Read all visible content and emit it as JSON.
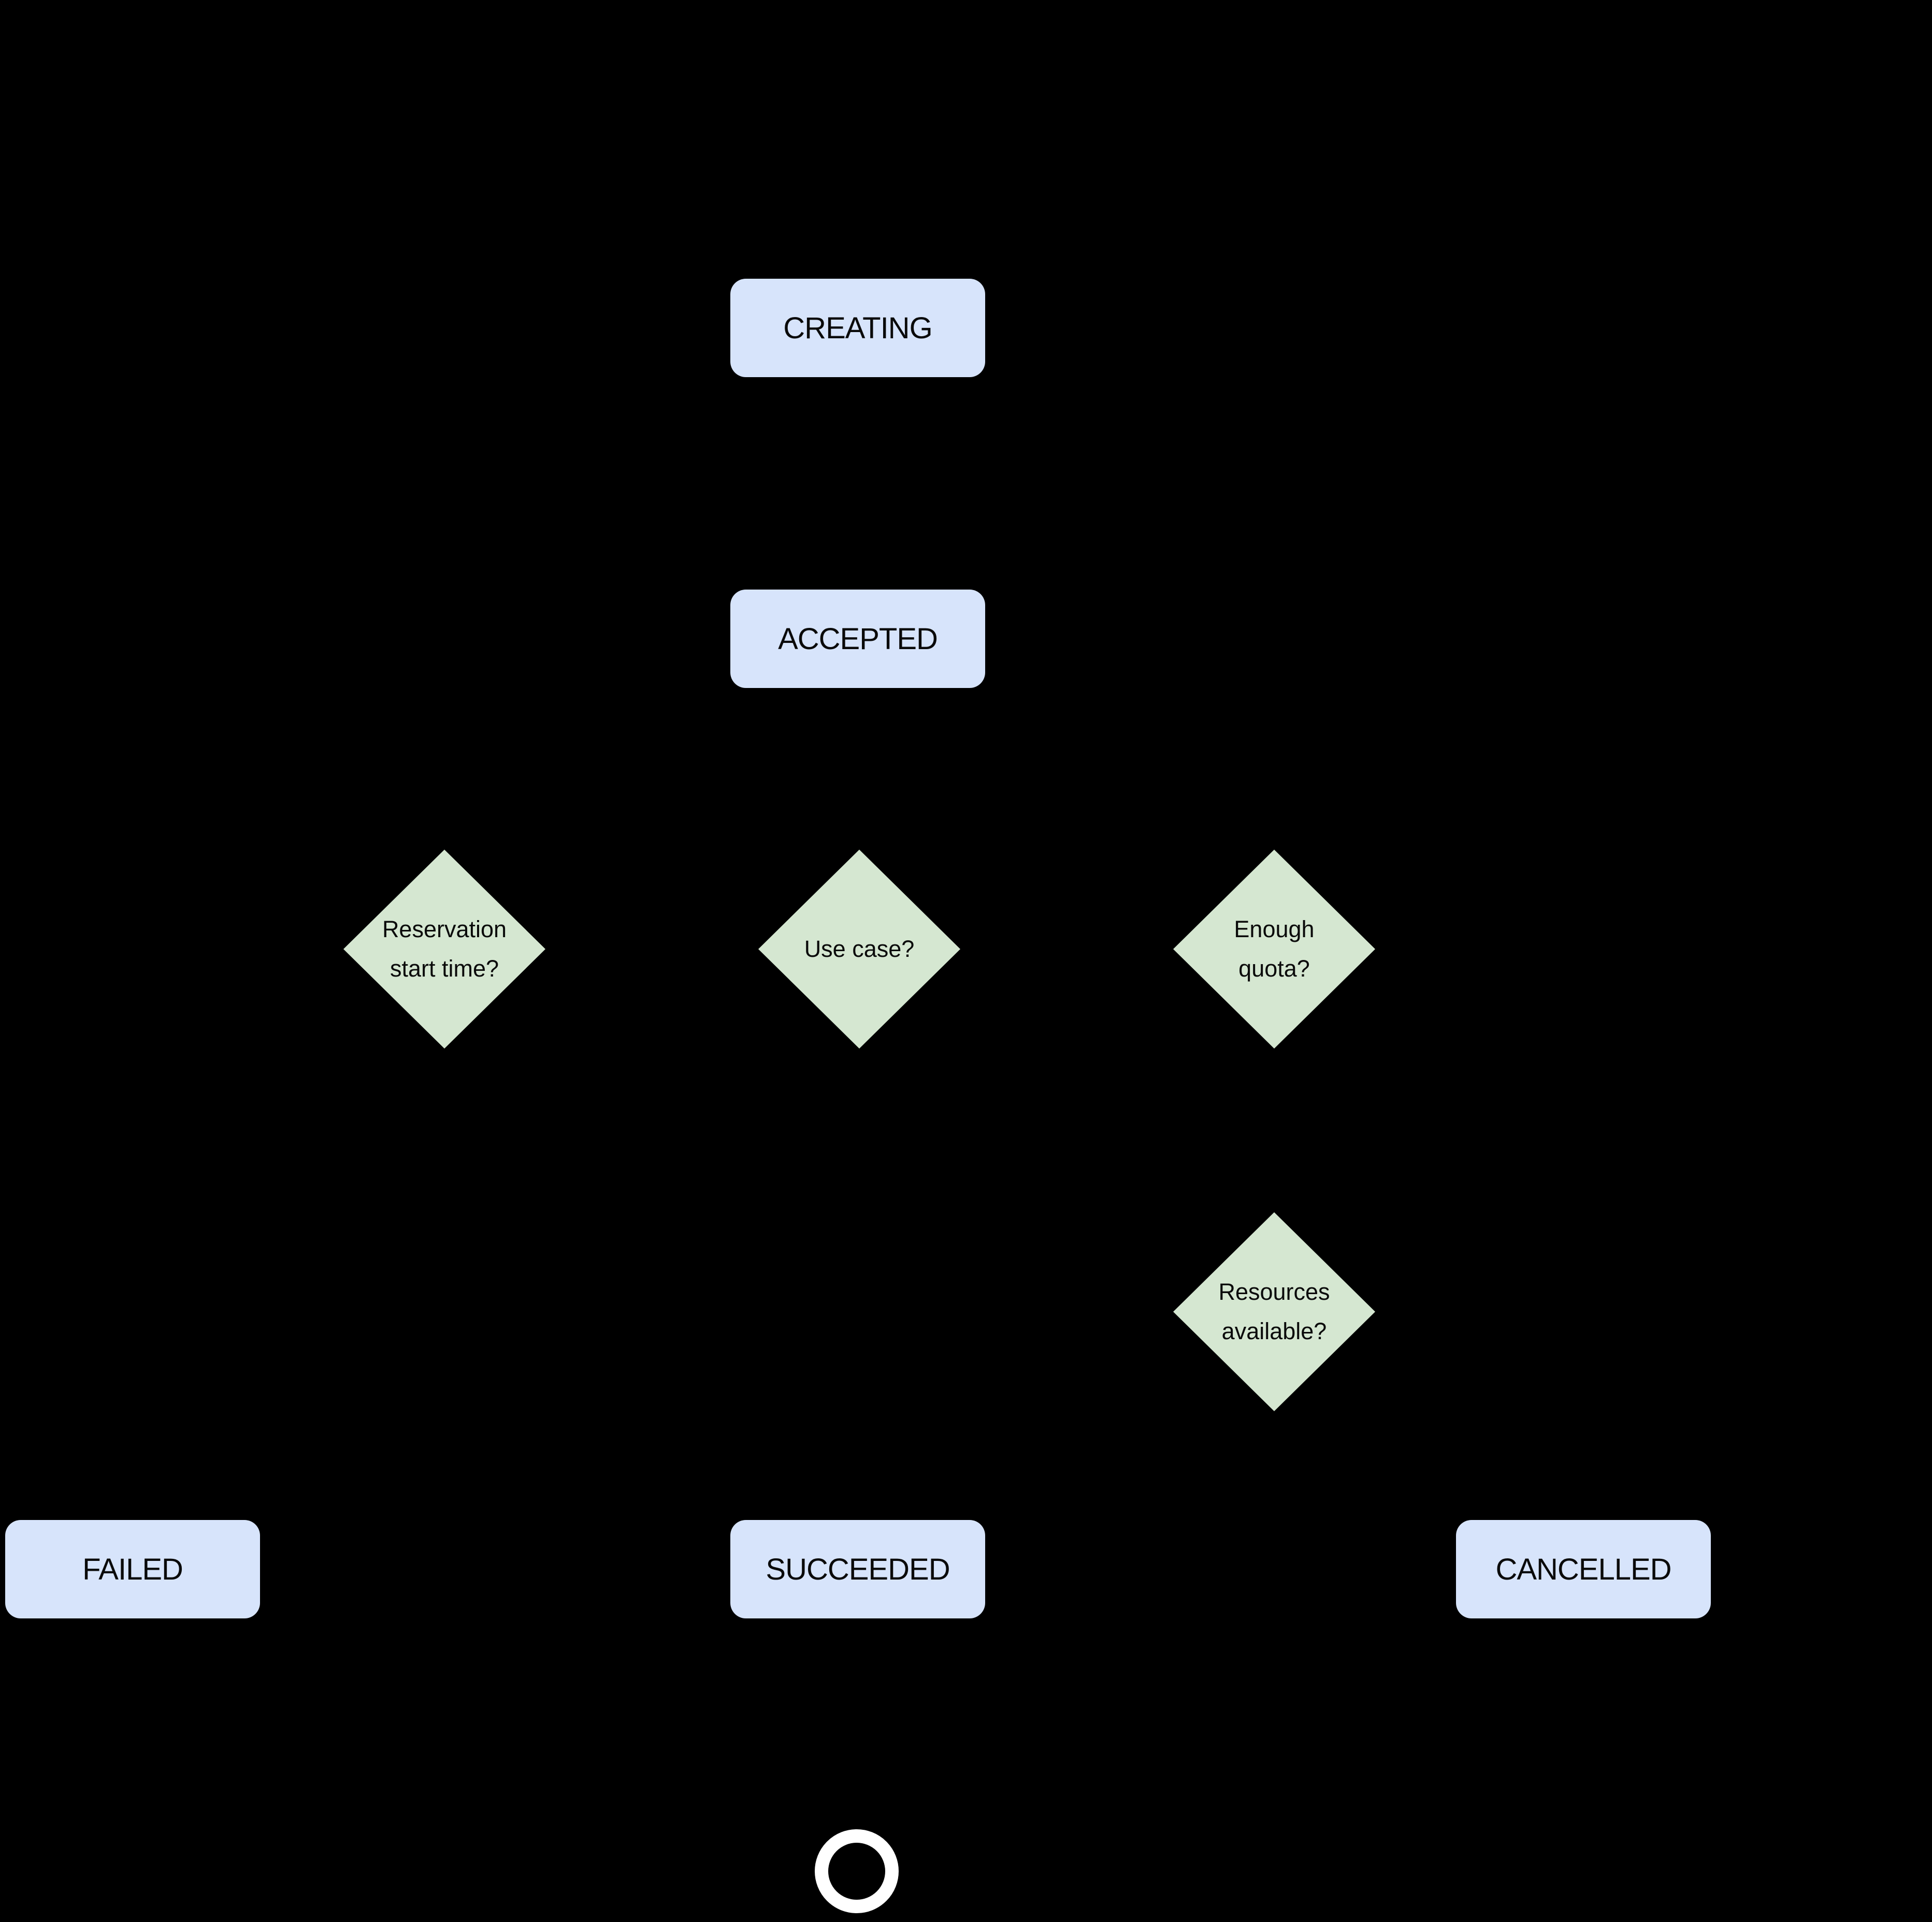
{
  "diagram": {
    "type": "state-flowchart",
    "background": "#000000"
  },
  "colors": {
    "bg": "#000000",
    "state_fill": "#d7e4fb",
    "decision_fill": "#d5e7d1",
    "text": "#0a0a0a",
    "end_ring": "#ffffff"
  },
  "nodes": {
    "creating": {
      "label": "CREATING",
      "type": "state"
    },
    "accepted": {
      "label": "ACCEPTED",
      "type": "state"
    },
    "reservation_start_time": {
      "label": "Reservation\nstart time?",
      "type": "decision"
    },
    "use_case": {
      "label": "Use case?",
      "type": "decision"
    },
    "enough_quota": {
      "label": "Enough\nquota?",
      "type": "decision"
    },
    "resources_available": {
      "label": "Resources\navailable?",
      "type": "decision"
    },
    "failed": {
      "label": "FAILED",
      "type": "state"
    },
    "succeeded": {
      "label": "SUCCEEDED",
      "type": "state"
    },
    "cancelled": {
      "label": "CANCELLED",
      "type": "state"
    },
    "end": {
      "label": "",
      "type": "terminal",
      "shape": "circle-outline"
    }
  }
}
